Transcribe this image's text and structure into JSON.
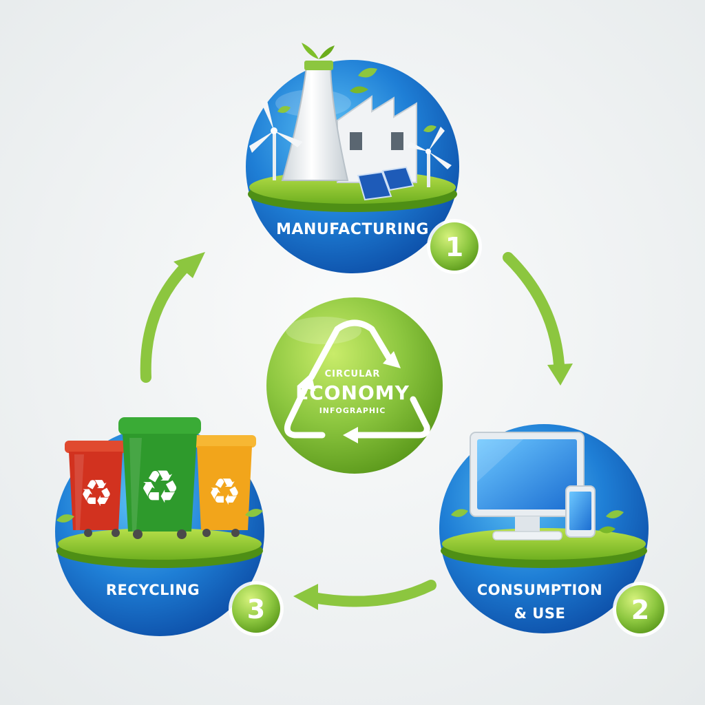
{
  "center": {
    "line1": "CIRCULAR",
    "line2": "ECONOMY",
    "line3": "INFOGRAPHIC"
  },
  "stages": [
    {
      "label_lines": [
        "MANUFACTURING"
      ],
      "number": "1"
    },
    {
      "label_lines": [
        "CONSUMPTION",
        "& USE"
      ],
      "number": "2"
    },
    {
      "label_lines": [
        "RECYCLING"
      ],
      "number": "3"
    }
  ],
  "colors": {
    "green": "#8cc63f",
    "green_dark": "#5c9a1c",
    "blue": "#1f7fd6",
    "blue_dark": "#0d4fa8",
    "bin_red": "#d2321f",
    "bin_green": "#2e9a2c",
    "bin_yellow": "#f2a51b"
  },
  "icons": [
    "recycle-icon",
    "factory-icon",
    "wind-turbine-icon",
    "solar-panel-icon",
    "monitor-icon",
    "phone-icon",
    "recycling-bin-icon",
    "leaf-icon",
    "arrow-icon"
  ]
}
